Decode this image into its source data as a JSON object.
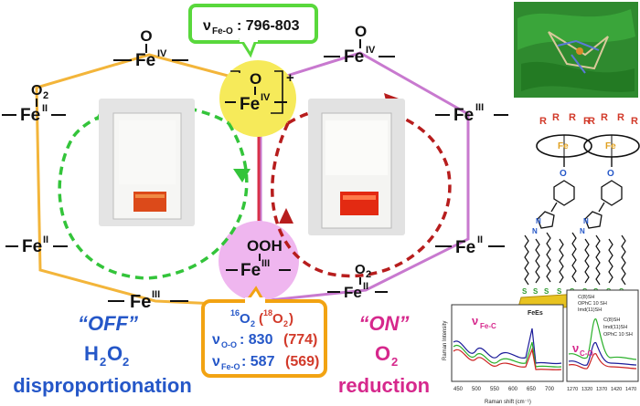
{
  "colors": {
    "off_hex": "#f3b53a",
    "on_hex": "#c879cf",
    "off_cycle": "#33c43a",
    "on_cycle": "#b71d1d",
    "feIV_bubble": "#f6ea5a",
    "feIII_bubble": "#efb6ef",
    "callout_green": "#59d83c",
    "callout_orange": "#f2a312",
    "text_blue": "#2557c8",
    "text_pink": "#d6288c",
    "text_red": "#d23a2a",
    "protein_green": "#2f8a2f"
  },
  "left_cycle": {
    "top": {
      "oxo": "O",
      "metal": "Fe",
      "ox": "IV"
    },
    "upper_left": {
      "ligand": "O",
      "ligand_sub": "2",
      "metal": "Fe",
      "ox": "II"
    },
    "lower_left": {
      "metal": "Fe",
      "ox": "II"
    },
    "bottom": {
      "metal": "Fe",
      "ox": "III"
    }
  },
  "right_cycle": {
    "top": {
      "oxo": "O",
      "metal": "Fe",
      "ox": "IV"
    },
    "upper_right": {
      "metal": "Fe",
      "ox": "III"
    },
    "lower_right": {
      "metal": "Fe",
      "ox": "II"
    },
    "bottom": {
      "ligand": "O",
      "ligand_sub": "2",
      "metal": "Fe",
      "ox": "II"
    }
  },
  "center_top": {
    "oxo": "O",
    "metal": "Fe",
    "ox": "IV",
    "charge": "+"
  },
  "center_bottom": {
    "ligand": "OOH",
    "metal": "Fe",
    "ox": "III"
  },
  "callout_top": {
    "nu": "ν",
    "sub": "Fe-O",
    "value": ": 796-803"
  },
  "callout_bottom": {
    "iso1_sup": "16",
    "iso1": "O",
    "iso1_sub": "2",
    "iso2_sup": "18",
    "iso2": "O",
    "iso2_sub": "2",
    "row1_nu": "ν",
    "row1_sub": "O-O",
    "row1_value": ": 830",
    "row1_alt": "(774)",
    "row2_nu": "ν",
    "row2_sub": "Fe-O",
    "row2_value": ": 587",
    "row2_alt": "(569)"
  },
  "off_label": {
    "line1": "“OFF”",
    "line2_a": "H",
    "line2_sub1": "2",
    "line2_b": "O",
    "line2_sub2": "2",
    "line3": "disproportionation"
  },
  "on_label": {
    "line1": "“ON”",
    "line2_a": "O",
    "line2_sub": "2",
    "line3": "reduction"
  },
  "structure": {
    "r": "R",
    "fe": "Fe",
    "o": "O",
    "n": "N",
    "s": "S"
  },
  "spectrum1": {
    "annot_sub": "Fe-C",
    "annot_nu": "ν",
    "peak_label": "FeEs",
    "xlabel": "Raman shift (cm⁻¹)",
    "ylabel": "Raman Intensity",
    "ticks": [
      "450",
      "500",
      "550",
      "600",
      "650",
      "700"
    ],
    "legend": [
      "C(8)SH",
      "OPhC 10 SH",
      "Imd(11)SH"
    ]
  },
  "spectrum2": {
    "annot_nu": "ν",
    "annot_sub": "C-O",
    "ticks": [
      "1270",
      "1320",
      "1370",
      "1420",
      "1470"
    ],
    "legend": [
      "C(8)SH",
      "Imd(11)SH",
      "OPhC 10 SH"
    ]
  }
}
